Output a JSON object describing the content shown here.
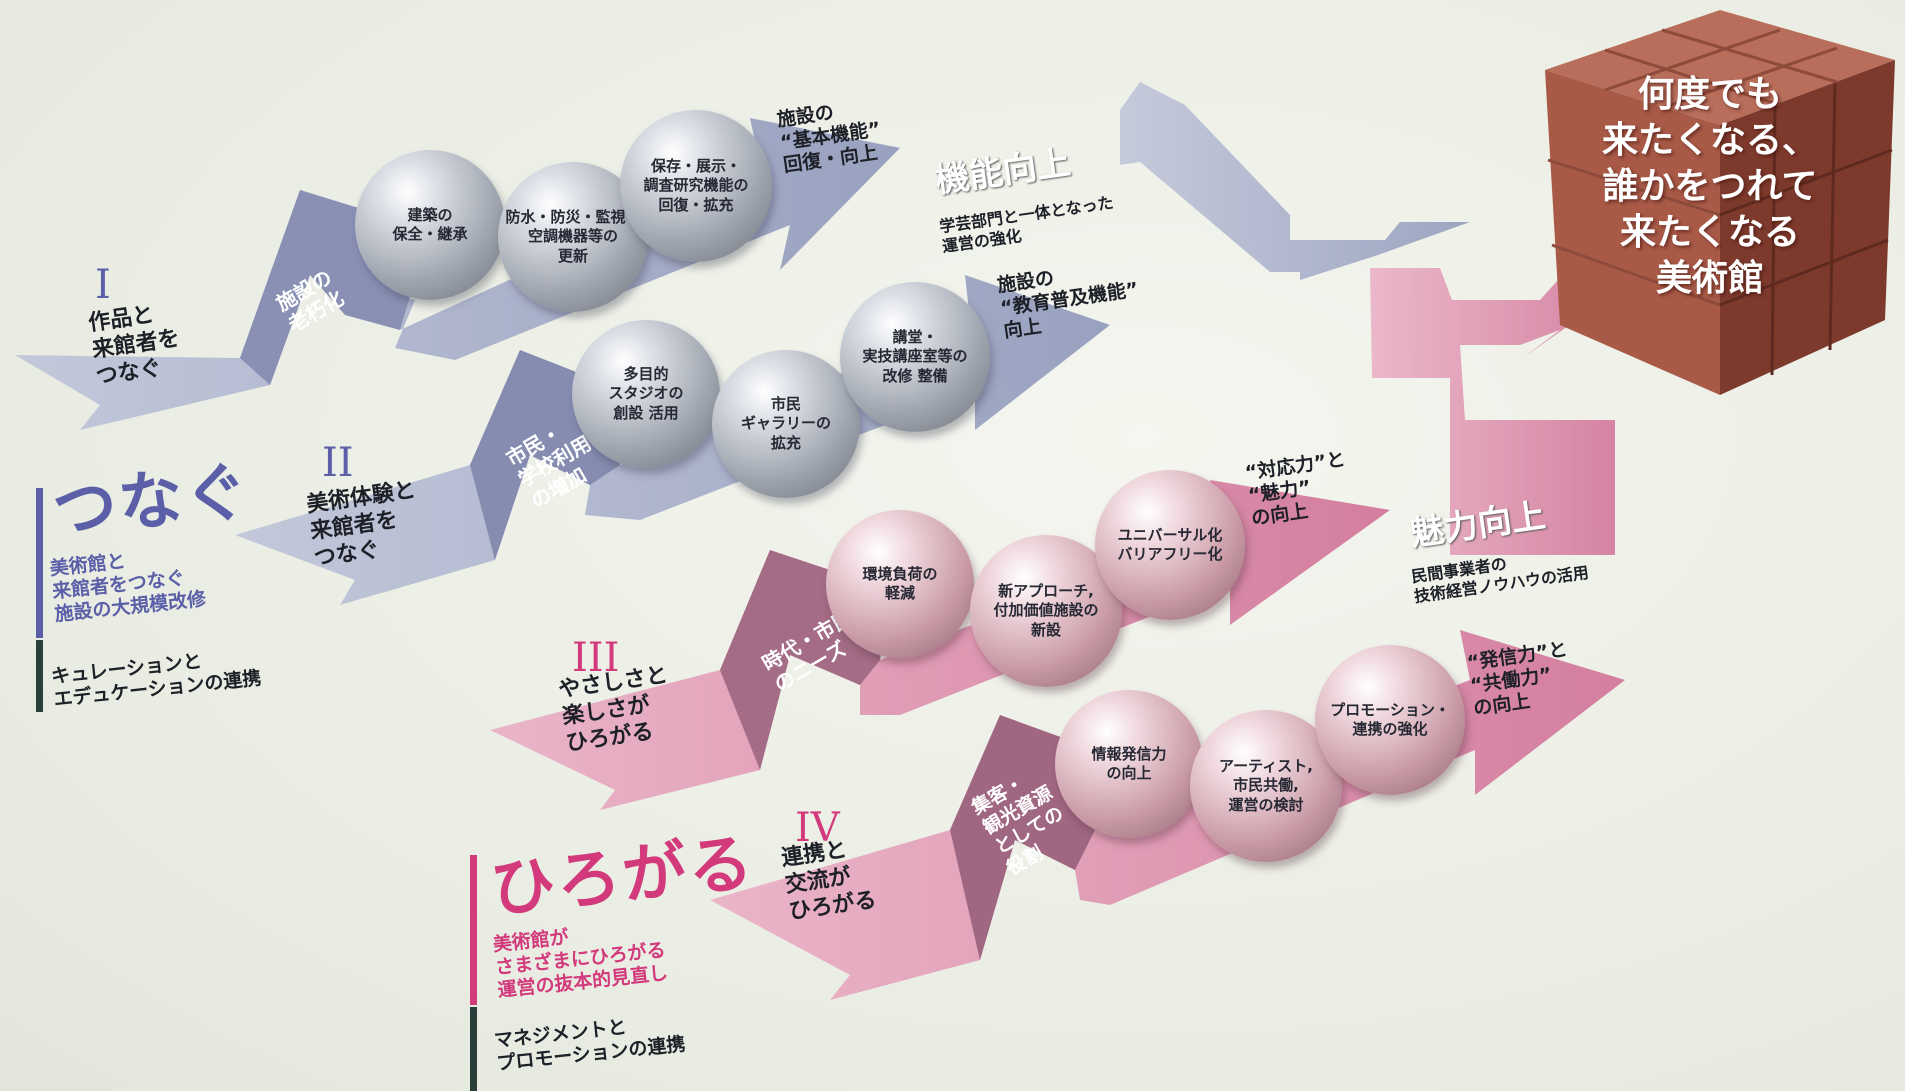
{
  "goal": {
    "lines": [
      "何度でも",
      "来たくなる、",
      "誰かをつれて",
      "来たくなる",
      "美術館"
    ],
    "color": "#a85a47"
  },
  "pillars": {
    "tsunagu": {
      "title": "つなぐ",
      "desc": "美術館と\n来館者をつなぐ\n施設の大規模改修",
      "sub": "キュレーションと\nエデュケーションの連携",
      "color": "#5a5fa8"
    },
    "hirogaru": {
      "title": "ひろがる",
      "desc": "美術館が\nさまざまにひろがる\n運営の抜本的見直し",
      "sub": "マネジメントと\nプロモーションの連携",
      "color": "#d23a7c"
    }
  },
  "results": {
    "kino": {
      "title": "機能向上",
      "desc": "学芸部門と一体となった\n運営の強化"
    },
    "miryoku": {
      "title": "魅力向上",
      "desc": "民間事業者の\n技術経営ノウハウの活用"
    }
  },
  "arrows": [
    {
      "numeral": "I",
      "label": "作品と\n来館者を\nつなぐ",
      "issue": "施設の\n老朽化",
      "spheres": [
        "建築の\n保全・継承",
        "防水・防災・監視・\n空調機器等の\n更新",
        "保存・展示・\n調査研究機能の\n回復・拡充"
      ],
      "goal": "施設の\n“基本機能”\n回復・向上"
    },
    {
      "numeral": "II",
      "label": "美術体験と\n来館者を\nつなぐ",
      "issue": "市民・\n学校利用\nの増加",
      "spheres": [
        "多目的\nスタジオの\n創設 活用",
        "市民\nギャラリーの\n拡充",
        "講堂・\n実技講座室等の\n改修 整備"
      ],
      "goal": "施設の\n“教育普及機能”\n向上"
    },
    {
      "numeral": "III",
      "label": "やさしさと\n楽しさが\nひろがる",
      "issue": "時代・市民\nのニーズ",
      "spheres": [
        "環境負荷の\n軽減",
        "新アプローチ,\n付加価値施設の\n新設",
        "ユニバーサル化\nバリアフリー化"
      ],
      "goal": "“対応力”と\n“魅力”\nの向上"
    },
    {
      "numeral": "IV",
      "label": "連携と\n交流が\nひろがる",
      "issue": "集客・\n観光資源\nとしての\n役割",
      "spheres": [
        "情報発信力\nの向上",
        "アーティスト,\n市民共働,\n運営の検討",
        "プロモーション・\n連携の強化"
      ],
      "goal": "“発信力”と\n“共働力”\nの向上"
    }
  ],
  "colors": {
    "blue_arrow": "#a6aec8",
    "blue_step": "#8890b2",
    "pink_arrow": "#dc90ac",
    "pink_step": "#a9708a",
    "cube": "#a85a47"
  }
}
